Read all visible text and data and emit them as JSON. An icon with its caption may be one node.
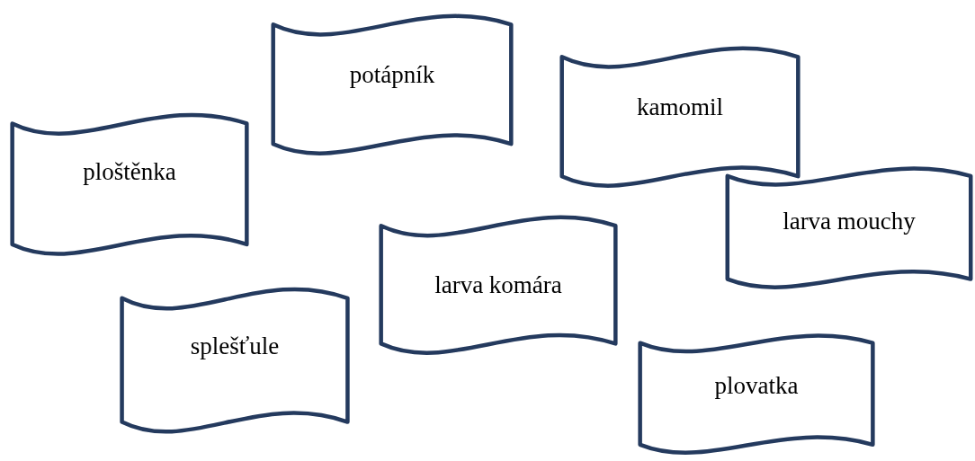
{
  "diagram": {
    "nodes": [
      {
        "text": [
          "potápník"
        ]
      },
      {
        "text": [
          "kamomil"
        ]
      },
      {
        "text": [
          "ploštěnka"
        ]
      },
      {
        "text": [
          "larva mouchy"
        ]
      },
      {
        "text": [
          "larva komára"
        ]
      },
      {
        "text": [
          "splešťule"
        ]
      },
      {
        "text": [
          "plovatka"
        ]
      }
    ]
  }
}
